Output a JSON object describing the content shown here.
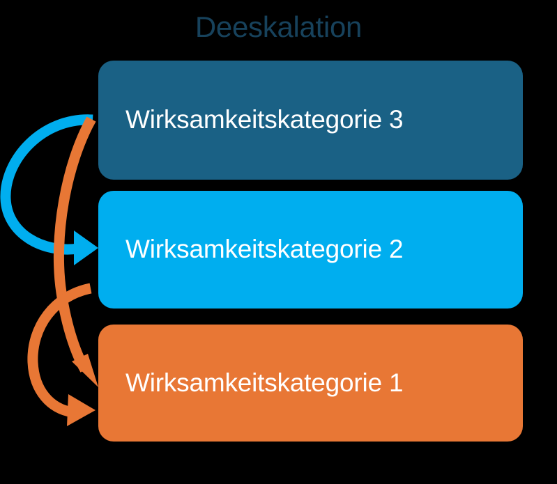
{
  "diagram": {
    "title": "Deeskalation",
    "background_color": "#000000",
    "title_color": "#17425C",
    "boxes": [
      {
        "id": "box-3",
        "label": "Wirksamkeitskategorie 3",
        "color": "#1A6185",
        "text_color": "#FFFFFF",
        "rank": 3
      },
      {
        "id": "box-2",
        "label": "Wirksamkeitskategorie 2",
        "color": "#00AEEF",
        "text_color": "#FFFFFF",
        "rank": 2
      },
      {
        "id": "box-1",
        "label": "Wirksamkeitskategorie 1",
        "color": "#E87735",
        "text_color": "#FFFFFF",
        "rank": 1
      }
    ],
    "arrows": [
      {
        "id": "arrow-3-to-2",
        "from": "box-3",
        "to": "box-2",
        "color": "#00AEEF",
        "direction": "downward"
      },
      {
        "id": "arrow-3-to-1",
        "from": "box-3",
        "to": "box-1",
        "color": "#E87735",
        "direction": "downward"
      },
      {
        "id": "arrow-2-to-1",
        "from": "box-2",
        "to": "box-1",
        "color": "#E87735",
        "direction": "downward"
      }
    ]
  }
}
